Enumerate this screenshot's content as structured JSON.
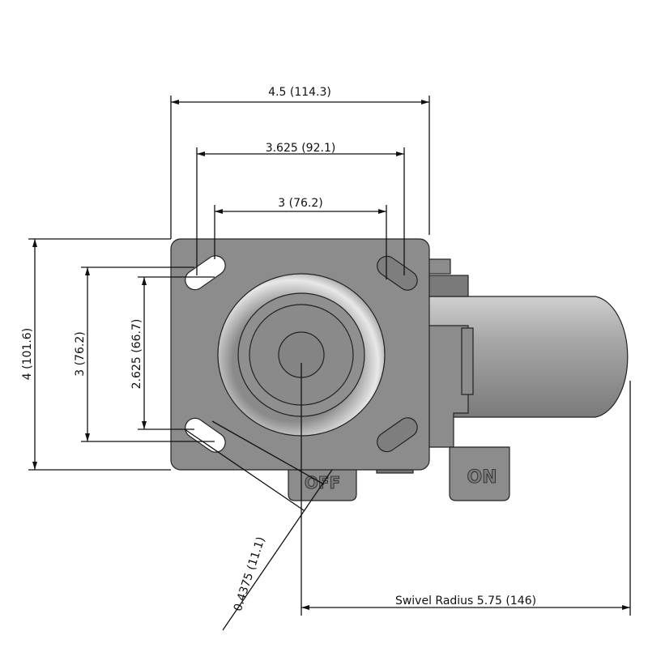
{
  "dimensions": {
    "overall_width": "4.5 (114.3)",
    "hole_spacing_outer_x": "3.625 (92.1)",
    "hole_spacing_inner_x": "3 (76.2)",
    "overall_height": "4 (101.6)",
    "hole_spacing_outer_y": "3 (76.2)",
    "hole_spacing_inner_y": "2.625 (66.7)",
    "slot_width": "0.4375 (11.1)",
    "swivel_radius": "Swivel Radius 5.75 (146)"
  },
  "brake_labels": {
    "off": "OFF",
    "on": "ON"
  },
  "colors": {
    "part_fill": "#8c8c8c",
    "wheel_fill": "#9a9a9a",
    "line": "#111111"
  }
}
